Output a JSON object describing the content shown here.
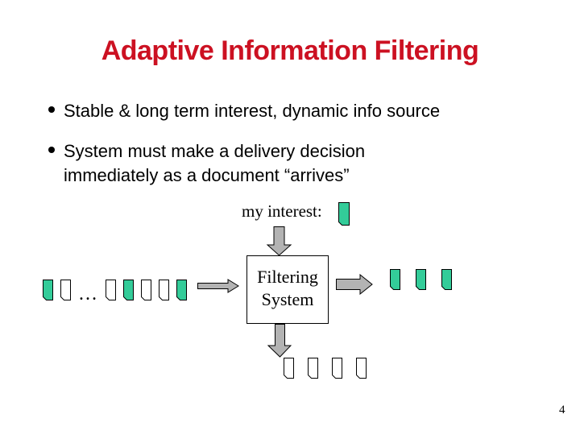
{
  "slide": {
    "title": "Adaptive Information Filtering",
    "bullets": [
      {
        "lines": [
          "Stable & long term interest, dynamic info source"
        ]
      },
      {
        "lines": [
          "System must make a delivery decision",
          "immediately as a document “arrives”"
        ]
      }
    ],
    "page_number": "4"
  },
  "diagram": {
    "interest_label": "my interest:",
    "filter_box": {
      "line1": "Filtering",
      "line2": "System"
    },
    "ellipsis": "…",
    "interest_doc": "green",
    "incoming_stream": [
      "green",
      "white",
      "ellipsis",
      "white",
      "green",
      "white",
      "white",
      "green"
    ],
    "delivered_docs": [
      "green",
      "green",
      "green"
    ],
    "discarded_docs": [
      "white",
      "white",
      "white",
      "white"
    ],
    "colors": {
      "title_red": "#CC1122",
      "doc_green": "#33CC99",
      "doc_white": "#FFFFFF",
      "arrow_gray": "#B3B3B3",
      "text_black": "#000000"
    }
  }
}
